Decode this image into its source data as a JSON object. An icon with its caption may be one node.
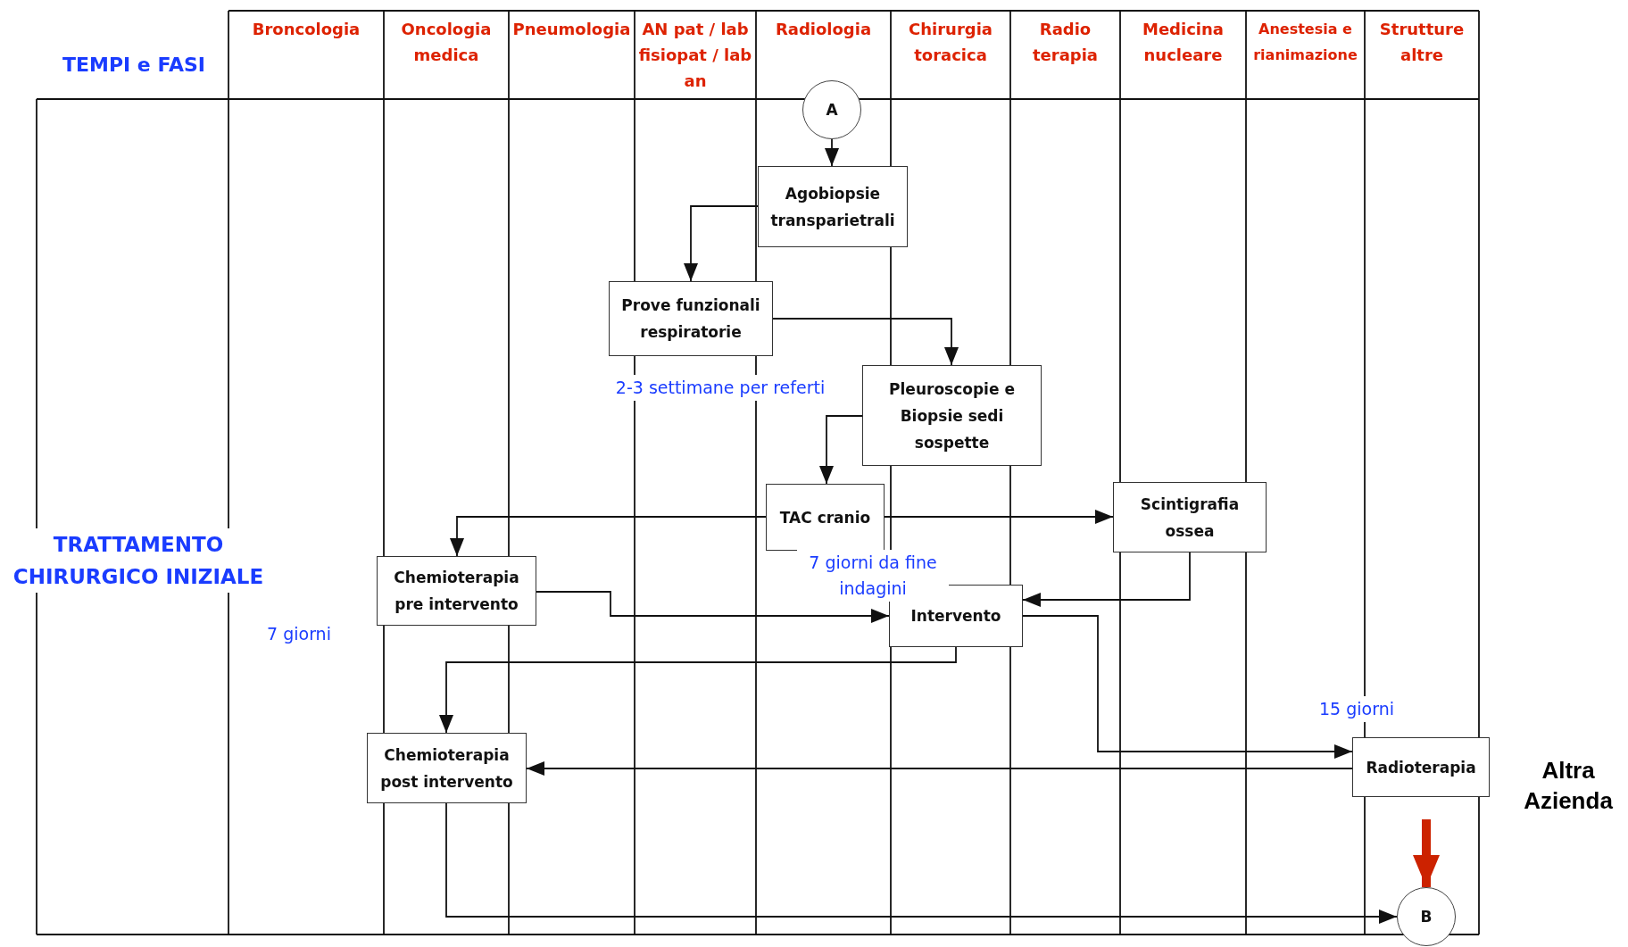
{
  "diagram": {
    "nodes": [
      {
        "text": [
          "A"
        ]
      },
      {
        "text": [
          "Agobiopsie transparietrali"
        ]
      },
      {
        "text": [
          "Prove funzionali respiratorie"
        ],
        "beside": [
          "2-3 settimane per referti"
        ]
      },
      {
        "text": [
          "Pleuroscopie e Biopsie sedi sospette"
        ]
      },
      {
        "text": [
          "TAC cranio"
        ]
      },
      {
        "text": [
          "Scintigrafia ossea"
        ]
      },
      {
        "text": [
          "Chemioterapia pre intervento"
        ]
      },
      {
        "text": [
          "Intervento"
        ],
        "beside": [
          "7 giorni da fine indagini"
        ]
      },
      {
        "text": [
          "Chemioterapia post intervento"
        ]
      },
      {
        "text": [
          "Radioterapia"
        ],
        "beside": [
          "15 giorni"
        ]
      },
      {
        "text": [
          "B"
        ]
      }
    ],
    "edges": [
      {
        "from": 0,
        "to": 1,
        "arrow": "to"
      },
      {
        "from": 1,
        "to": 2,
        "arrow": "to"
      },
      {
        "from": 2,
        "to": 3,
        "arrow": "to"
      },
      {
        "from": 3,
        "to": 4,
        "arrow": "to"
      },
      {
        "from": 4,
        "to": 6,
        "arrow": "to"
      },
      {
        "from": 4,
        "to": 5,
        "arrow": "to"
      },
      {
        "from": 5,
        "to": 7,
        "arrow": "to"
      },
      {
        "from": 6,
        "to": 7,
        "arrow": "to"
      },
      {
        "from": 7,
        "to": 8,
        "arrow": "to"
      },
      {
        "from": 7,
        "to": 9,
        "arrow": "to"
      },
      {
        "from": 9,
        "to": 8,
        "arrow": "to"
      },
      {
        "from": 8,
        "to": 10,
        "arrow": "to"
      },
      {
        "from": null,
        "to": 10,
        "arrow": "to",
        "style": "thick",
        "color": "#cc2200"
      }
    ],
    "labels": [
      "TEMPI e FASI",
      "Broncologia",
      "Oncologia medica",
      "Pneumologia",
      "AN pat / lab fisiopat / lab an",
      "Radiologia",
      "Chirurgia toracica",
      "Radio terapia",
      "Medicina nucleare",
      "Anestesia e rianimazione",
      "Strutture altre",
      "TRATTAMENTO CHIRURGICO INIZIALE",
      "7 giorni",
      "Altra Azienda"
    ]
  }
}
